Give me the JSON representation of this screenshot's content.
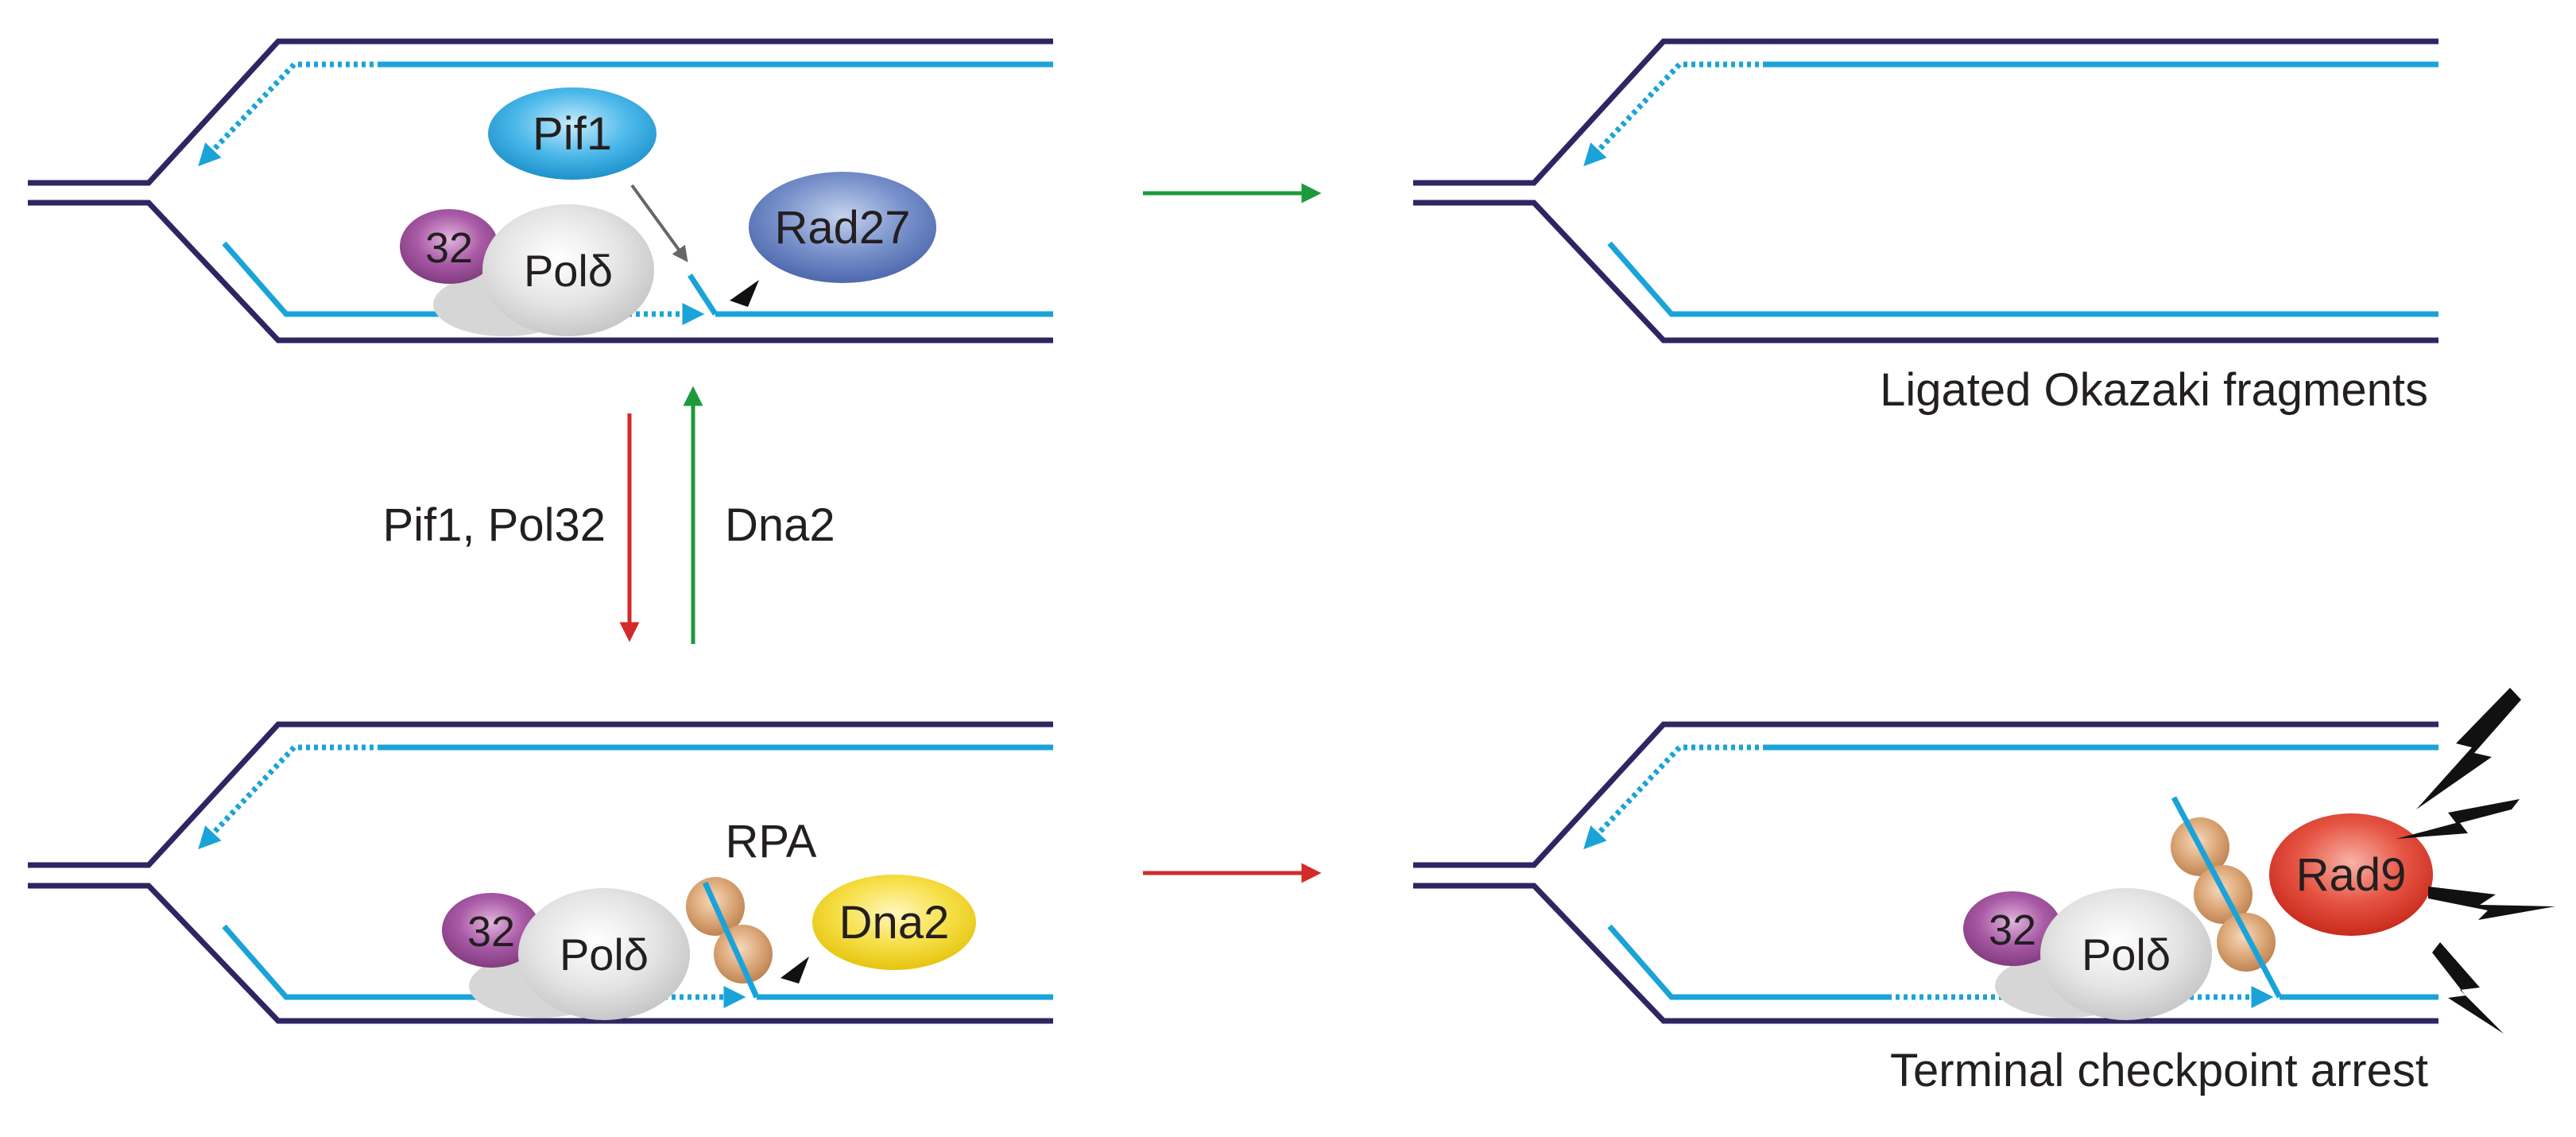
{
  "labels": {
    "pif1": "Pif1",
    "rad27": "Rad27",
    "pol32_top": "32",
    "pold_top": "Polδ",
    "left_arrow_label": "Pif1, Pol32",
    "right_arrow_label": "Dna2",
    "ligated": "Ligated Okazaki fragments",
    "rpa": "RPA",
    "pol32_bottom": "32",
    "pold_bottom": "Polδ",
    "dna2": "Dna2",
    "pol32_arrest": "32",
    "pold_arrest": "Polδ",
    "rad9": "Rad9",
    "terminal": "Terminal checkpoint arrest"
  },
  "colors": {
    "parental_strand": "#2e2563",
    "nascent_strand": "#1aa3d9",
    "forward_arrow": "#1d9a3b",
    "reverse_arrow": "#d42a2a",
    "pif1": "#29a9e1",
    "rad27": "#5a78b8",
    "dna2": "#f2d31c",
    "rad9": "#e1392b",
    "rpa": "#d9a577",
    "pol32": "#9a4a97",
    "pold": "#dcdcdc"
  }
}
